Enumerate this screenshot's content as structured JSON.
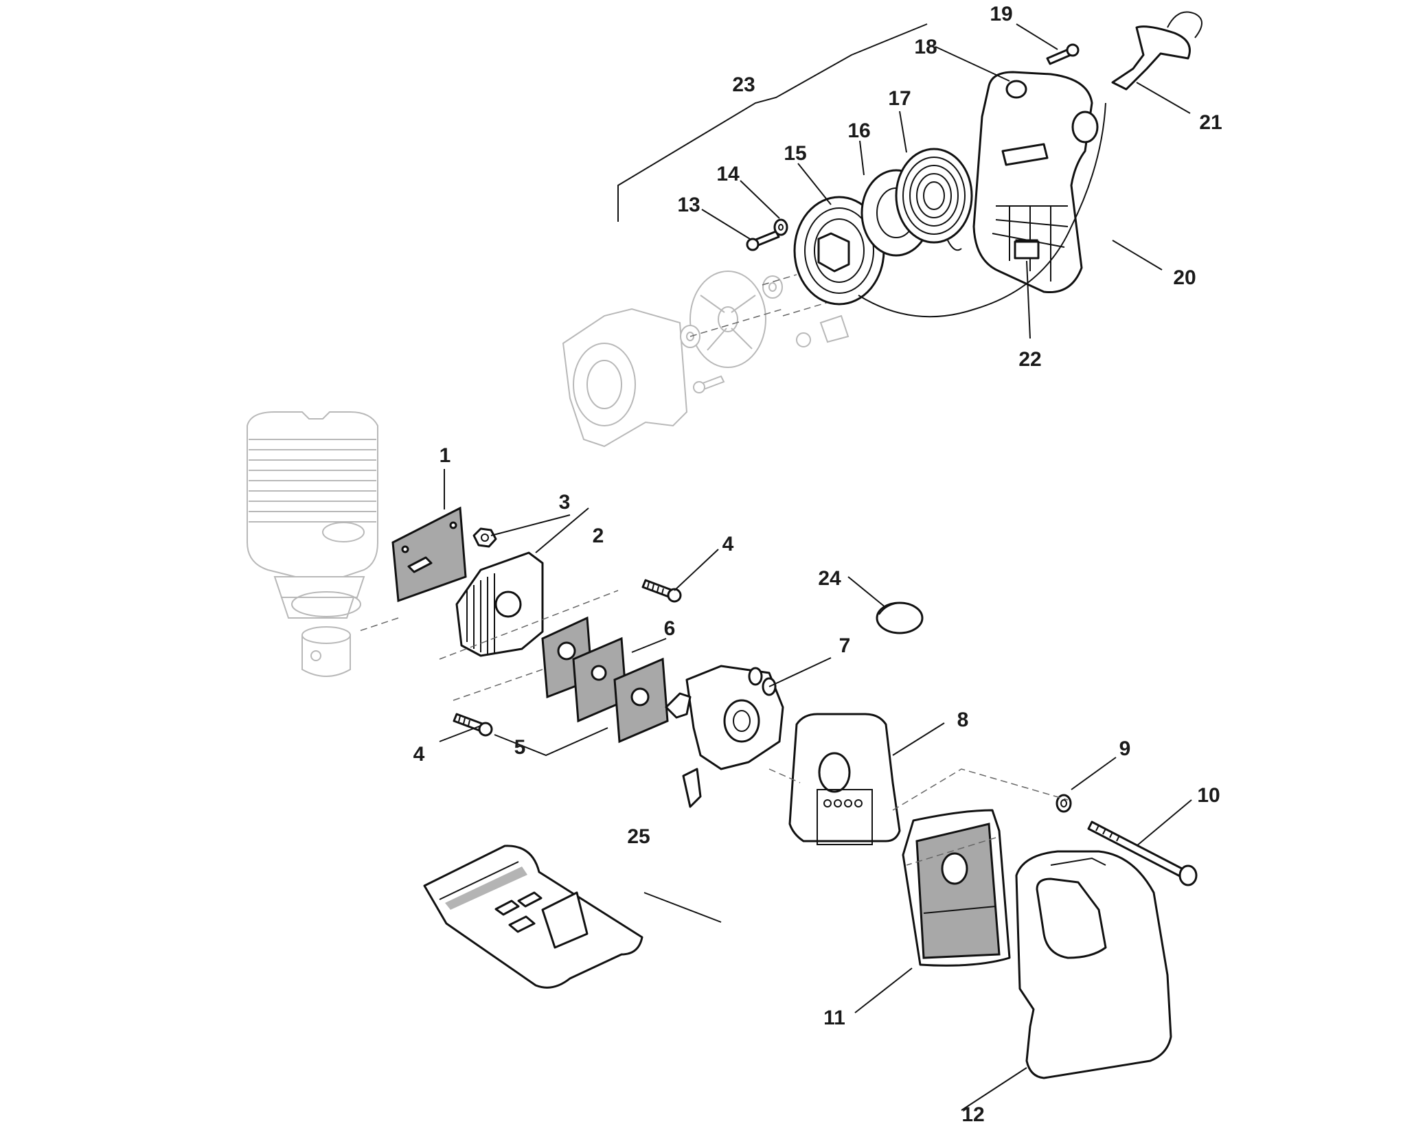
{
  "diagram": {
    "labels": [
      {
        "id": "1",
        "text": "1"
      },
      {
        "id": "2",
        "text": "2"
      },
      {
        "id": "3",
        "text": "3"
      },
      {
        "id": "4a",
        "text": "4"
      },
      {
        "id": "4b",
        "text": "4"
      },
      {
        "id": "5",
        "text": "5"
      },
      {
        "id": "6",
        "text": "6"
      },
      {
        "id": "7",
        "text": "7"
      },
      {
        "id": "8",
        "text": "8"
      },
      {
        "id": "9",
        "text": "9"
      },
      {
        "id": "10",
        "text": "10"
      },
      {
        "id": "11",
        "text": "11"
      },
      {
        "id": "12",
        "text": "12"
      },
      {
        "id": "13",
        "text": "13"
      },
      {
        "id": "14",
        "text": "14"
      },
      {
        "id": "15",
        "text": "15"
      },
      {
        "id": "16",
        "text": "16"
      },
      {
        "id": "17",
        "text": "17"
      },
      {
        "id": "18",
        "text": "18"
      },
      {
        "id": "19",
        "text": "19"
      },
      {
        "id": "20",
        "text": "20"
      },
      {
        "id": "21",
        "text": "21"
      },
      {
        "id": "22",
        "text": "22"
      },
      {
        "id": "23",
        "text": "23"
      },
      {
        "id": "24",
        "text": "24"
      },
      {
        "id": "25",
        "text": "25"
      }
    ]
  }
}
